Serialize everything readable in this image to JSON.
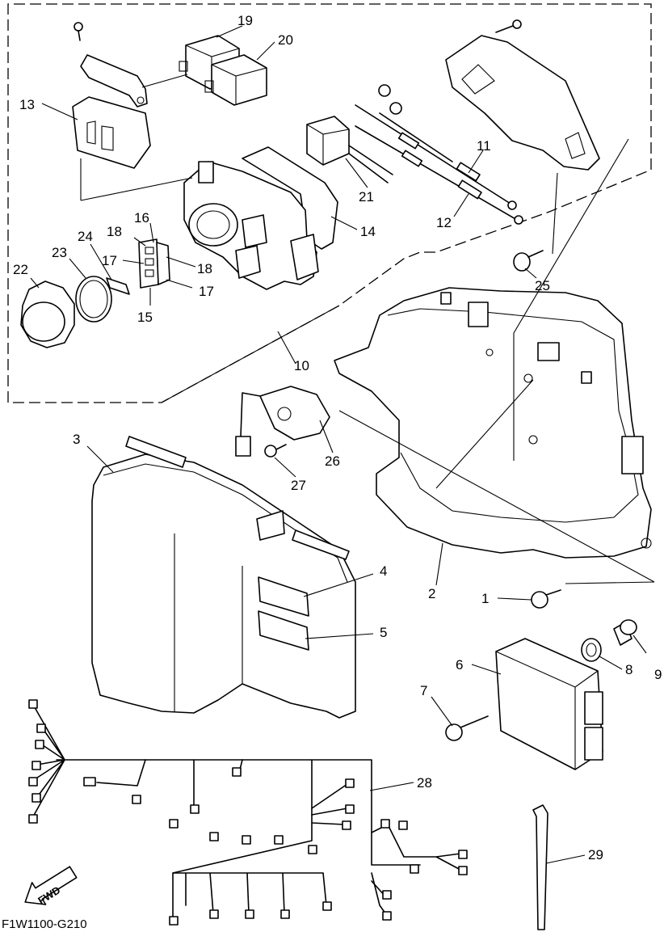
{
  "diagram": {
    "drawing_code": "F1W1100-G210",
    "forward_marker": "FWD",
    "callouts": {
      "c1": "1",
      "c2": "2",
      "c3": "3",
      "c4": "4",
      "c5": "5",
      "c6": "6",
      "c7": "7",
      "c8": "8",
      "c9": "9",
      "c10": "10",
      "c11": "11",
      "c12": "12",
      "c13": "13",
      "c14": "14",
      "c15": "15",
      "c16": "16",
      "c17a": "17",
      "c17b": "17",
      "c18a": "18",
      "c18b": "18",
      "c19": "19",
      "c20": "20",
      "c21": "21",
      "c22": "22",
      "c23": "23",
      "c24": "24",
      "c25": "25",
      "c26": "26",
      "c27": "27",
      "c28": "28",
      "c29": "29"
    }
  }
}
